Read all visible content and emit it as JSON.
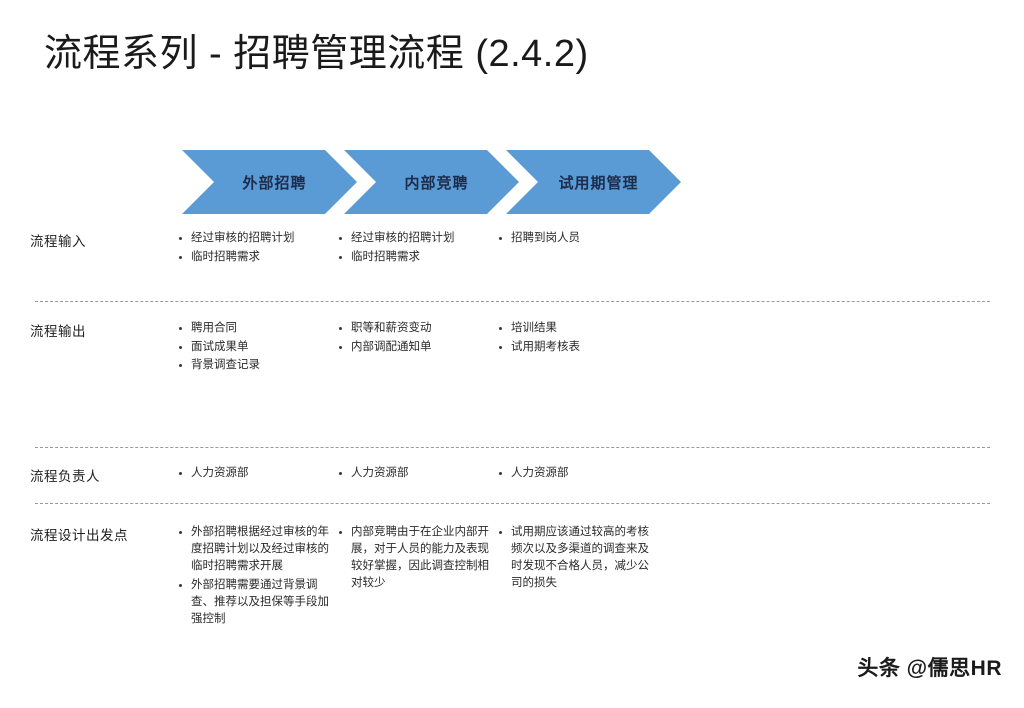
{
  "slide": {
    "title": "流程系列 - 招聘管理流程 (2.4.2)",
    "watermark": "头条 @儒思HR",
    "accent_color": "#5B9BD5",
    "chevron_text_color": "#1C2C4C"
  },
  "phases": [
    {
      "label": "外部招聘"
    },
    {
      "label": "内部竞聘"
    },
    {
      "label": "试用期管理"
    }
  ],
  "rows": [
    {
      "label": "流程输入",
      "columns": [
        {
          "items": [
            "经过审核的招聘计划",
            "临时招聘需求"
          ]
        },
        {
          "items": [
            "经过审核的招聘计划",
            "临时招聘需求"
          ]
        },
        {
          "items": [
            "招聘到岗人员"
          ]
        }
      ]
    },
    {
      "label": "流程输出",
      "columns": [
        {
          "items": [
            "聘用合同",
            "面试成果单",
            "背景调查记录"
          ]
        },
        {
          "items": [
            "职等和薪资变动",
            "内部调配通知单"
          ]
        },
        {
          "items": [
            "培训结果",
            "试用期考核表"
          ]
        }
      ]
    },
    {
      "label": "流程负责人",
      "columns": [
        {
          "items": [
            "人力资源部"
          ]
        },
        {
          "items": [
            "人力资源部"
          ]
        },
        {
          "items": [
            "人力资源部"
          ]
        }
      ]
    },
    {
      "label": "流程设计出发点",
      "columns": [
        {
          "items": [
            "外部招聘根据经过审核的年度招聘计划以及经过审核的临时招聘需求开展",
            "外部招聘需要通过背景调查、推荐以及担保等手段加强控制"
          ]
        },
        {
          "items": [
            "内部竞聘由于在企业内部开展，对于人员的能力及表现较好掌握，因此调查控制相对较少"
          ]
        },
        {
          "items": [
            "试用期应该通过较高的考核频次以及多渠道的调查来及时发现不合格人员，减少公司的损失"
          ]
        }
      ]
    }
  ]
}
